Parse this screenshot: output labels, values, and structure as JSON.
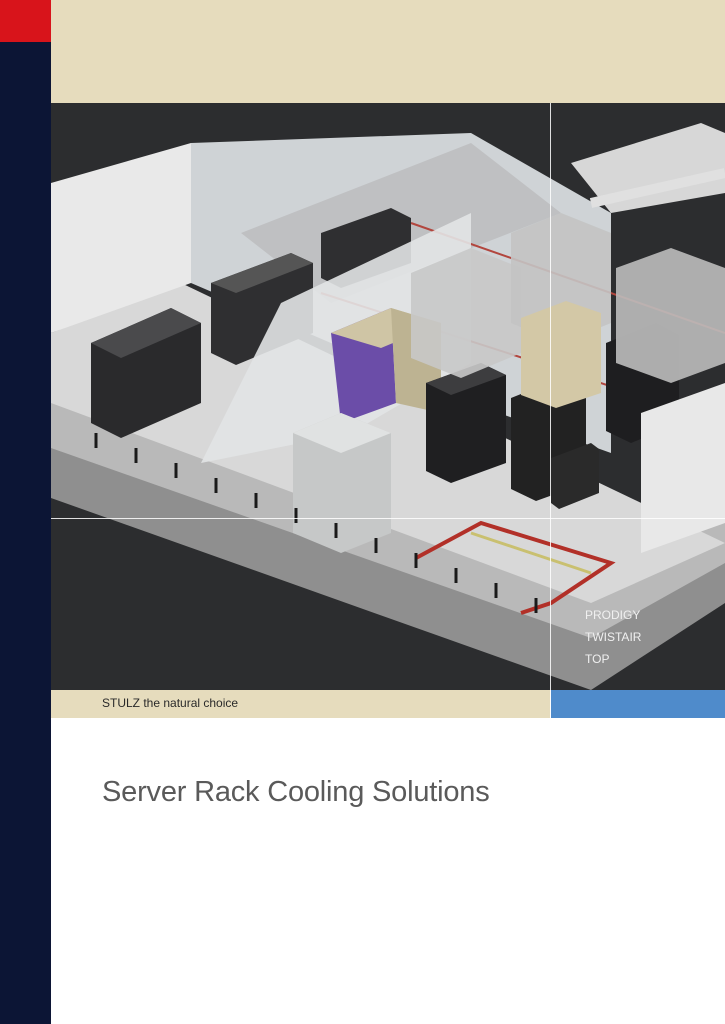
{
  "hero": {
    "product_lines": [
      "PRODIGY",
      "TWISTAIR",
      "TOP"
    ],
    "image_alt": "3D cutaway illustration of a data center with server racks and cooling units on raised floor"
  },
  "tagline": "STULZ the natural choice",
  "title": "Server Rack Cooling Solutions",
  "colors": {
    "sidebar": "#0c1535",
    "accent_red": "#d8141b",
    "beige": "#e6dcbd",
    "blue": "#4f8bcb"
  }
}
